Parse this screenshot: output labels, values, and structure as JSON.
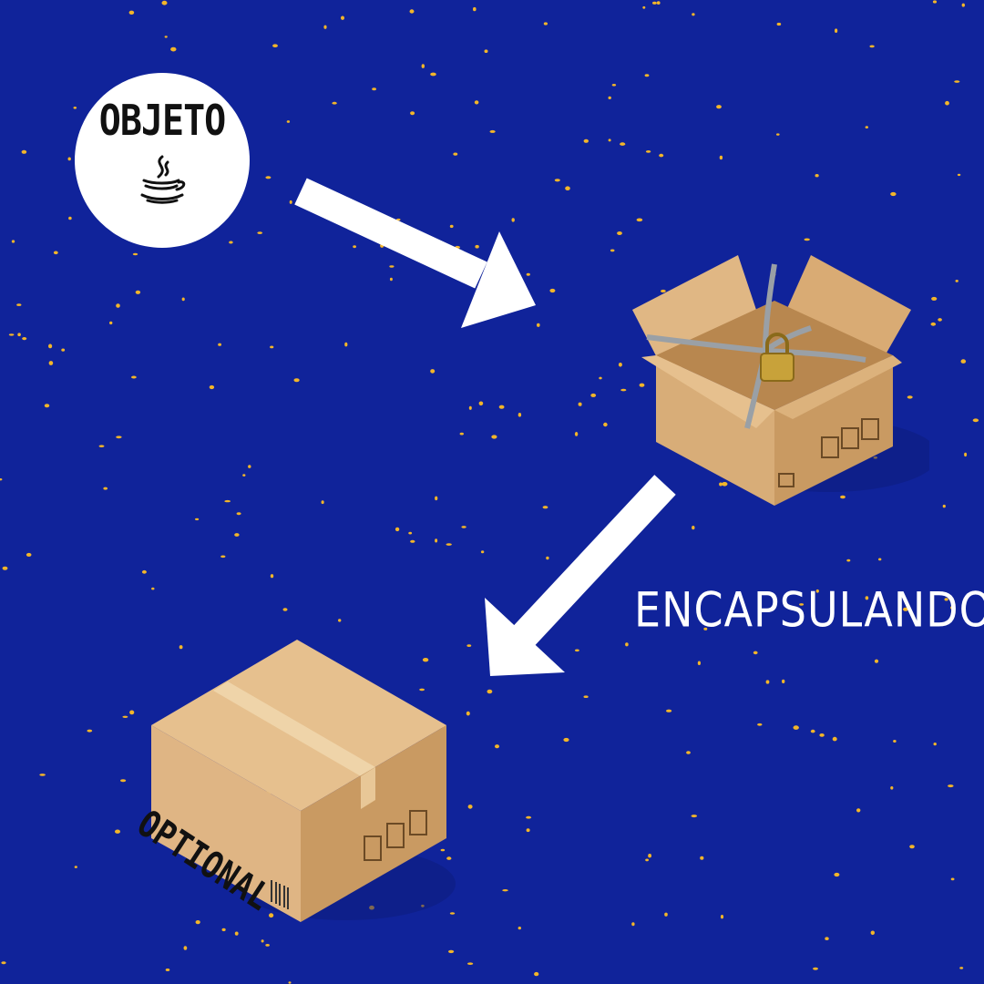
{
  "object_label": "OBJETO",
  "object_icon": "java-cup-icon",
  "step_label": "ENCAPSULANDO",
  "box_label": "OPTIONAL",
  "colors": {
    "background": "#10239a",
    "dots": "#f2b52a",
    "arrows": "#ffffff",
    "cardboard": "#d2a673"
  }
}
